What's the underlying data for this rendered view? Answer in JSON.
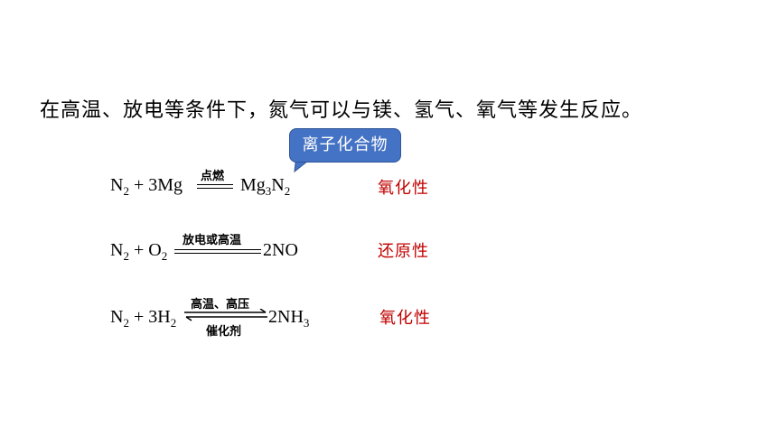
{
  "intro_text": "在高温、放电等条件下，氮气可以与镁、氢气、氧气等发生反应。",
  "callout_text": "离子化合物",
  "callout_color": "#4472c4",
  "property_color": "#c00000",
  "reactions": [
    {
      "condition": "点燃",
      "property": "氧化性"
    },
    {
      "condition": "放电或高温",
      "property": "还原性"
    },
    {
      "condition_top": "高温、高压",
      "condition_bottom": "催化剂",
      "property": "氧化性"
    }
  ]
}
